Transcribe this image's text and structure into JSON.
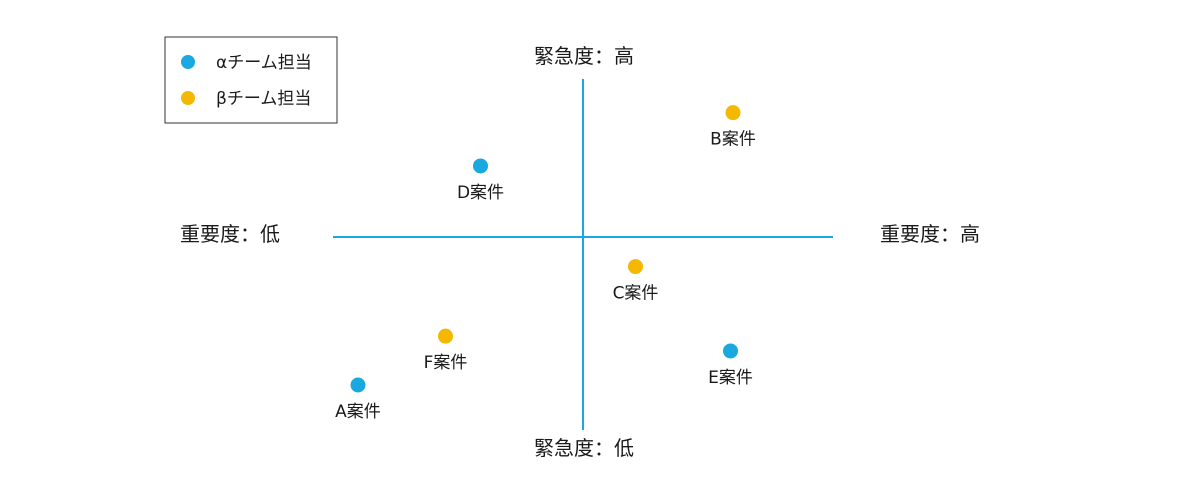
{
  "chart_data": {
    "type": "scatter",
    "title": "",
    "axis_labels": {
      "x_low": "重要度：低",
      "x_high": "重要度：高",
      "y_high": "緊急度：高",
      "y_low": "緊急度：低"
    },
    "x_range": [
      -1,
      1
    ],
    "y_range": [
      -1,
      1
    ],
    "grid": false,
    "legend_position": "top-left",
    "series": [
      {
        "name": "αチーム担当",
        "color": "#1aa8e0",
        "points": [
          {
            "label": "D案件",
            "x": -0.41,
            "y": 0.48
          },
          {
            "label": "E案件",
            "x": 0.59,
            "y": -0.77
          },
          {
            "label": "A案件",
            "x": -0.9,
            "y": -1.0
          }
        ]
      },
      {
        "name": "βチーム担当",
        "color": "#f5b800",
        "points": [
          {
            "label": "B案件",
            "x": 0.6,
            "y": 0.84
          },
          {
            "label": "C案件",
            "x": 0.21,
            "y": -0.2
          },
          {
            "label": "F案件",
            "x": -0.55,
            "y": -0.67
          }
        ]
      }
    ]
  },
  "axis_color": "#1aa8e0"
}
